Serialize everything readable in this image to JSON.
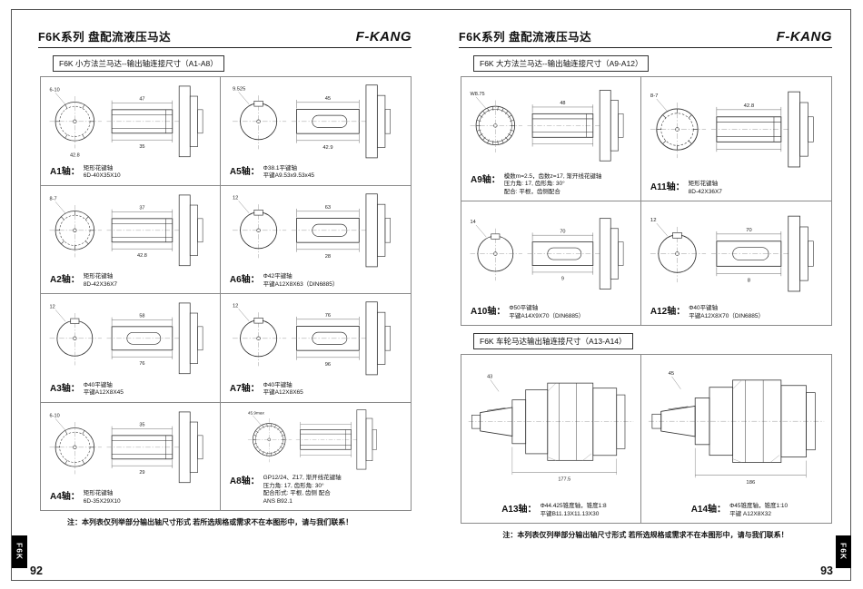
{
  "pages": [
    {
      "header": {
        "title": "F6K系列 盘配流液压马达",
        "brand": "F-KANG"
      },
      "section1_title": "F6K 小方法兰马达--输出轴连接尺寸（A1-A8）",
      "shafts": [
        {
          "label": "A1轴：",
          "lines": [
            "矩形花键轴",
            "6D-40X35X10"
          ],
          "type": "spline6",
          "dims": [
            "6-10",
            "47",
            "35",
            "42.8"
          ]
        },
        {
          "label": "A5轴：",
          "lines": [
            "Φ38.1平键轴",
            "平键A9.53x9.53x45"
          ],
          "type": "key",
          "dims": [
            "9.525",
            "45",
            "42.9"
          ]
        },
        {
          "label": "A2轴：",
          "lines": [
            "矩形花键轴",
            "8D-42X36X7"
          ],
          "type": "spline8",
          "dims": [
            "8-7",
            "37",
            "42.8"
          ]
        },
        {
          "label": "A6轴：",
          "lines": [
            "Φ42平键轴",
            "平键A12X8X63（DIN6885）"
          ],
          "type": "key",
          "dims": [
            "12",
            "63",
            "28"
          ]
        },
        {
          "label": "A3轴：",
          "lines": [
            "Φ40平键轴",
            "平键A12X8X45"
          ],
          "type": "key",
          "dims": [
            "12",
            "58",
            "76"
          ]
        },
        {
          "label": "A7轴：",
          "lines": [
            "Φ40平键轴",
            "平键A12X8X65"
          ],
          "type": "key",
          "dims": [
            "12",
            "76",
            "96"
          ]
        },
        {
          "label": "A4轴：",
          "lines": [
            "矩形花键轴",
            "6D-35X29X10"
          ],
          "type": "spline6",
          "dims": [
            "6-10",
            "35",
            "29"
          ]
        },
        {
          "label": "A8轴：",
          "lines": [
            "GP12/24、Z17, 渐开线花键轴",
            "压力角: 17, 齿形角: 30°",
            "配合形式: 平根, 齿侧 配合",
            "ANS B92.1"
          ],
          "type": "gear",
          "dims": [
            "45.9max"
          ]
        }
      ],
      "note": "注：本列表仅列举部分输出轴尺寸形式 若所选规格或需求不在本图形中，请与我们联系！",
      "page_number": "92",
      "tab_label": "F6K"
    },
    {
      "header": {
        "title": "F6K系列 盘配流液压马达",
        "brand": "F-KANG"
      },
      "section1_title": "F6K 大方法兰马达--输出轴连接尺寸（A9-A12）",
      "shafts": [
        {
          "label": "A9轴：",
          "lines": [
            "模数m=2.5，齿数z=17, 渐开线花键轴",
            "压力角: 17, 齿形角: 30°",
            "配合: 平根，齿侧配合"
          ],
          "type": "gear",
          "dims": [
            "W8.75",
            "48"
          ]
        },
        {
          "label": "A11轴：",
          "lines": [
            "矩形花键轴",
            "8D-42X36X7"
          ],
          "type": "spline8",
          "dims": [
            "8-7",
            "42.8"
          ]
        },
        {
          "label": "A10轴：",
          "lines": [
            "Φ50平键轴",
            "平键A14X9X70（DIN6885）"
          ],
          "type": "key",
          "dims": [
            "14",
            "70",
            "9"
          ]
        },
        {
          "label": "A12轴：",
          "lines": [
            "Φ40平键轴",
            "平键A12X8X70（DIN6885）"
          ],
          "type": "key",
          "dims": [
            "12",
            "70",
            "8"
          ]
        }
      ],
      "section2_title": "F6K 车轮马达输出轴连接尺寸（A13-A14）",
      "wheel_shafts": [
        {
          "label": "A13轴：",
          "lines": [
            "Φ44.425锥度轴，锥度1:8",
            "平键B11.13X11.13X30"
          ],
          "type": "wheel",
          "dims": [
            "43",
            "177.5"
          ]
        },
        {
          "label": "A14轴：",
          "lines": [
            "Φ45锥度轴，锥度1:10",
            "平键 A12X8X32"
          ],
          "type": "wheel",
          "dims": [
            "45",
            "186"
          ]
        }
      ],
      "note": "注：本列表仅列举部分输出轴尺寸形式 若所选规格或需求不在本图形中，请与我们联系！",
      "page_number": "93",
      "tab_label": "F6K"
    }
  ]
}
